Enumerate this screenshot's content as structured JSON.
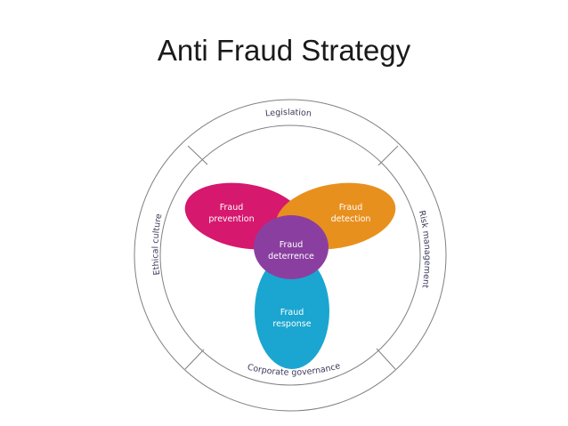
{
  "title": "Anti Fraud Strategy",
  "outer_ring": {
    "top": "Legislation",
    "right": "Risk management",
    "bottom": "Corporate governance",
    "left": "Ethical culture"
  },
  "lobes": {
    "prevention": {
      "line1": "Fraud",
      "line2": "prevention",
      "color": "#d6186e"
    },
    "detection": {
      "line1": "Fraud",
      "line2": "detection",
      "color": "#e8901e"
    },
    "response": {
      "line1": "Fraud",
      "line2": "response",
      "color": "#1aa6d0"
    },
    "deterrence": {
      "line1": "Fraud",
      "line2": "deterrence",
      "color": "#8a3fa0"
    }
  }
}
